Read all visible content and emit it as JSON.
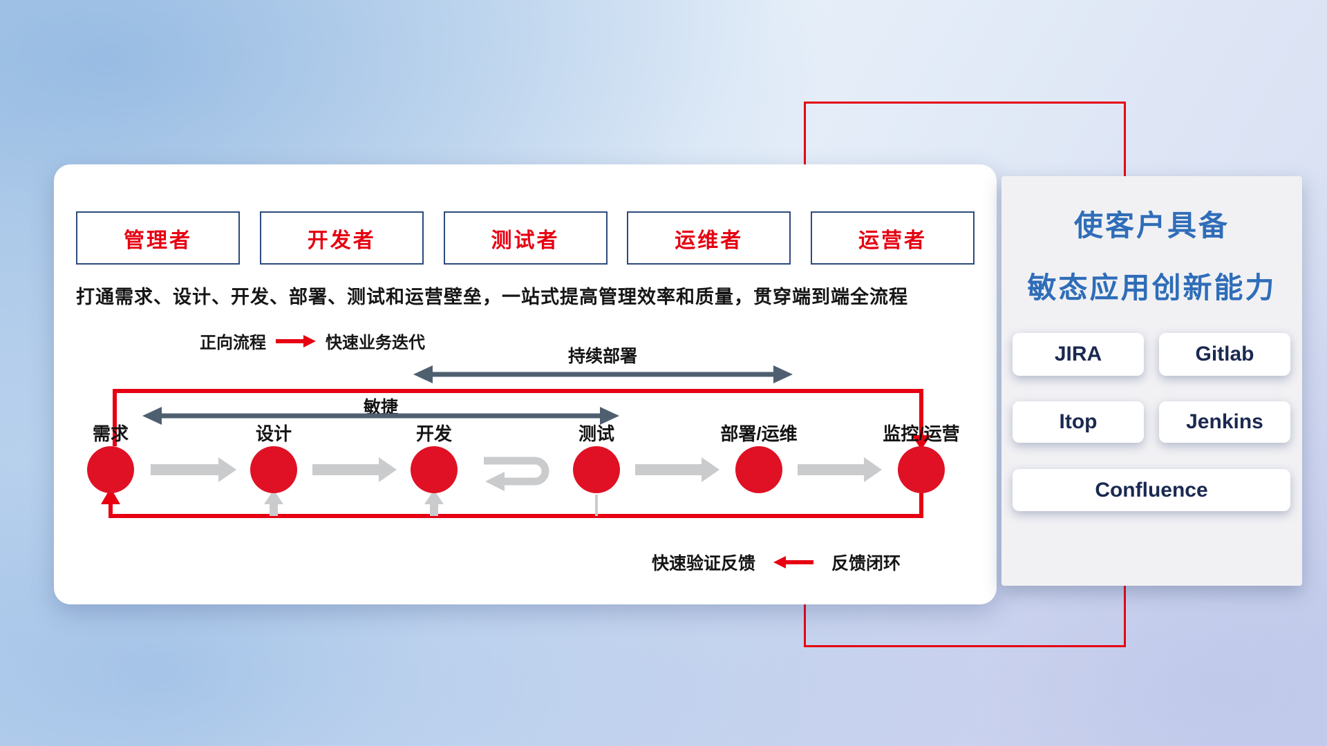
{
  "roles": [
    "管理者",
    "开发者",
    "测试者",
    "运维者",
    "运营者"
  ],
  "subtitle": "打通需求、设计、开发、部署、测试和运营壁垒，一站式提高管理效率和质量，贯穿端到端全流程",
  "legend_forward": {
    "label": "正向流程",
    "desc": "快速业务迭代"
  },
  "legend_feedback": {
    "desc": "快速验证反馈",
    "label": "反馈闭环"
  },
  "flow": {
    "agile_label": "敏捷",
    "continuous_deploy_label": "持续部署",
    "nodes": [
      "需求",
      "设计",
      "开发",
      "测试",
      "部署/运维",
      "监控/运营"
    ]
  },
  "right_panel": {
    "title_line1": "使客户具备",
    "title_line2": "敏态应用创新能力",
    "tools": [
      "JIRA",
      "Gitlab",
      "Itop",
      "Jenkins",
      "Confluence"
    ]
  },
  "colors": {
    "accent_red": "#e60012",
    "navy_border": "#2c4a7c",
    "title_blue": "#2f6db8",
    "slate_arrow": "#4e5f70",
    "gray_arrow": "#c9cbcd"
  }
}
